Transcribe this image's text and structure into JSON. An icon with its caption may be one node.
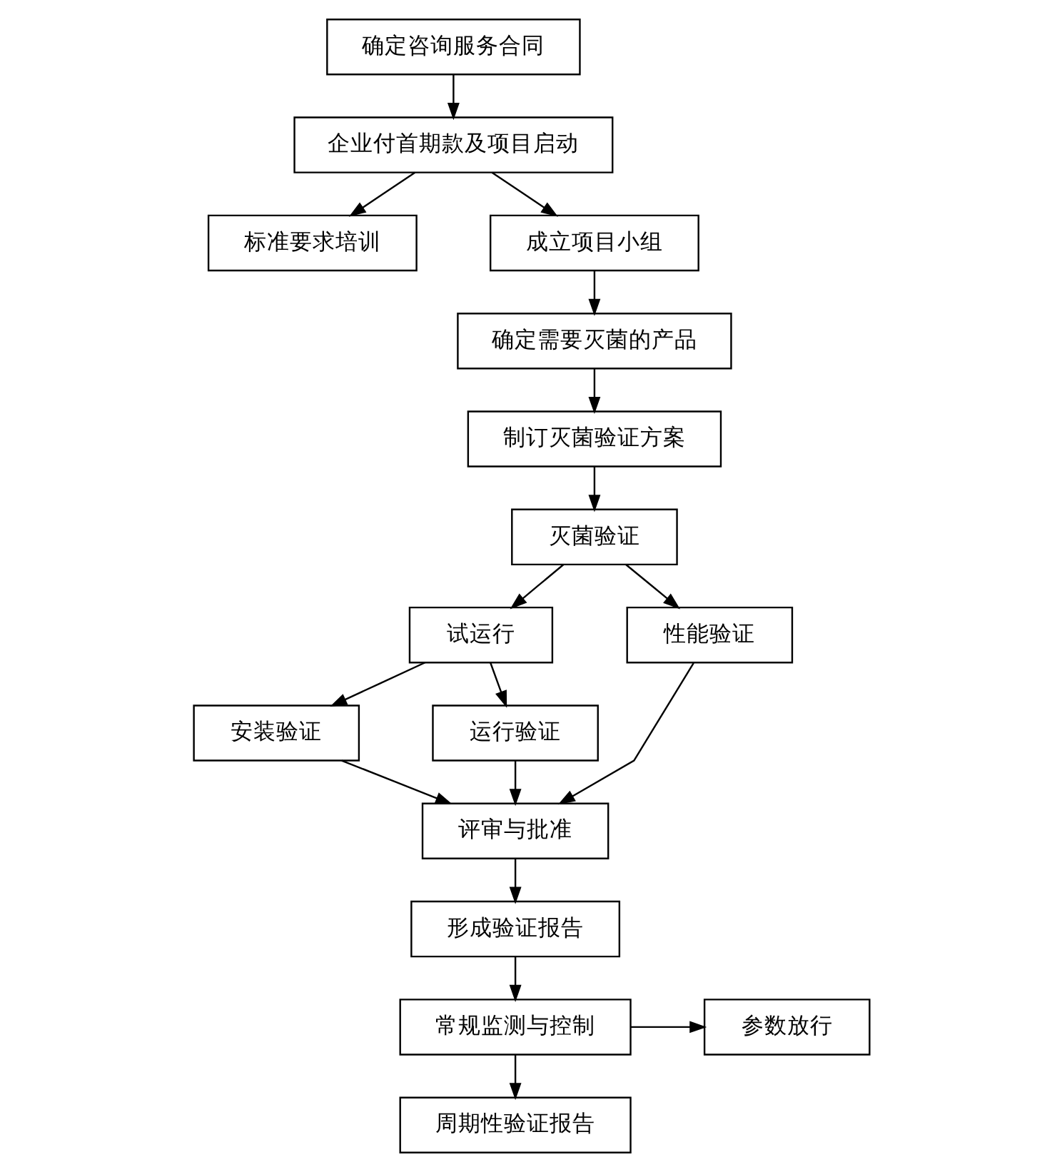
{
  "diagram": {
    "nodes": [
      {
        "text": [
          "确定咨询服务合同"
        ]
      },
      {
        "text": [
          "企业付首期款及项目启动"
        ]
      },
      {
        "text": [
          "标准要求培训"
        ]
      },
      {
        "text": [
          "成立项目小组"
        ]
      },
      {
        "text": [
          "确定需要灭菌的产品"
        ]
      },
      {
        "text": [
          "制订灭菌验证方案"
        ]
      },
      {
        "text": [
          "灭菌验证"
        ]
      },
      {
        "text": [
          "试运行"
        ]
      },
      {
        "text": [
          "性能验证"
        ]
      },
      {
        "text": [
          "安装验证"
        ]
      },
      {
        "text": [
          "运行验证"
        ]
      },
      {
        "text": [
          "评审与批准"
        ]
      },
      {
        "text": [
          "形成验证报告"
        ]
      },
      {
        "text": [
          "常规监测与控制"
        ]
      },
      {
        "text": [
          "参数放行"
        ]
      },
      {
        "text": [
          "周期性验证报告"
        ]
      }
    ],
    "edges": [
      {
        "from": 0,
        "to": 1,
        "arrow": "to"
      },
      {
        "from": 1,
        "to": 2,
        "arrow": "to"
      },
      {
        "from": 1,
        "to": 3,
        "arrow": "to"
      },
      {
        "from": 3,
        "to": 4,
        "arrow": "to"
      },
      {
        "from": 4,
        "to": 5,
        "arrow": "to"
      },
      {
        "from": 5,
        "to": 6,
        "arrow": "to"
      },
      {
        "from": 6,
        "to": 7,
        "arrow": "to"
      },
      {
        "from": 6,
        "to": 8,
        "arrow": "to"
      },
      {
        "from": 7,
        "to": 9,
        "arrow": "to"
      },
      {
        "from": 7,
        "to": 10,
        "arrow": "to"
      },
      {
        "from": 9,
        "to": 11,
        "arrow": "to"
      },
      {
        "from": 10,
        "to": 11,
        "arrow": "to"
      },
      {
        "from": 8,
        "to": 11,
        "arrow": "to"
      },
      {
        "from": 11,
        "to": 12,
        "arrow": "to"
      },
      {
        "from": 12,
        "to": 13,
        "arrow": "to"
      },
      {
        "from": 13,
        "to": 14,
        "arrow": "to"
      },
      {
        "from": 13,
        "to": 15,
        "arrow": "to"
      }
    ]
  }
}
